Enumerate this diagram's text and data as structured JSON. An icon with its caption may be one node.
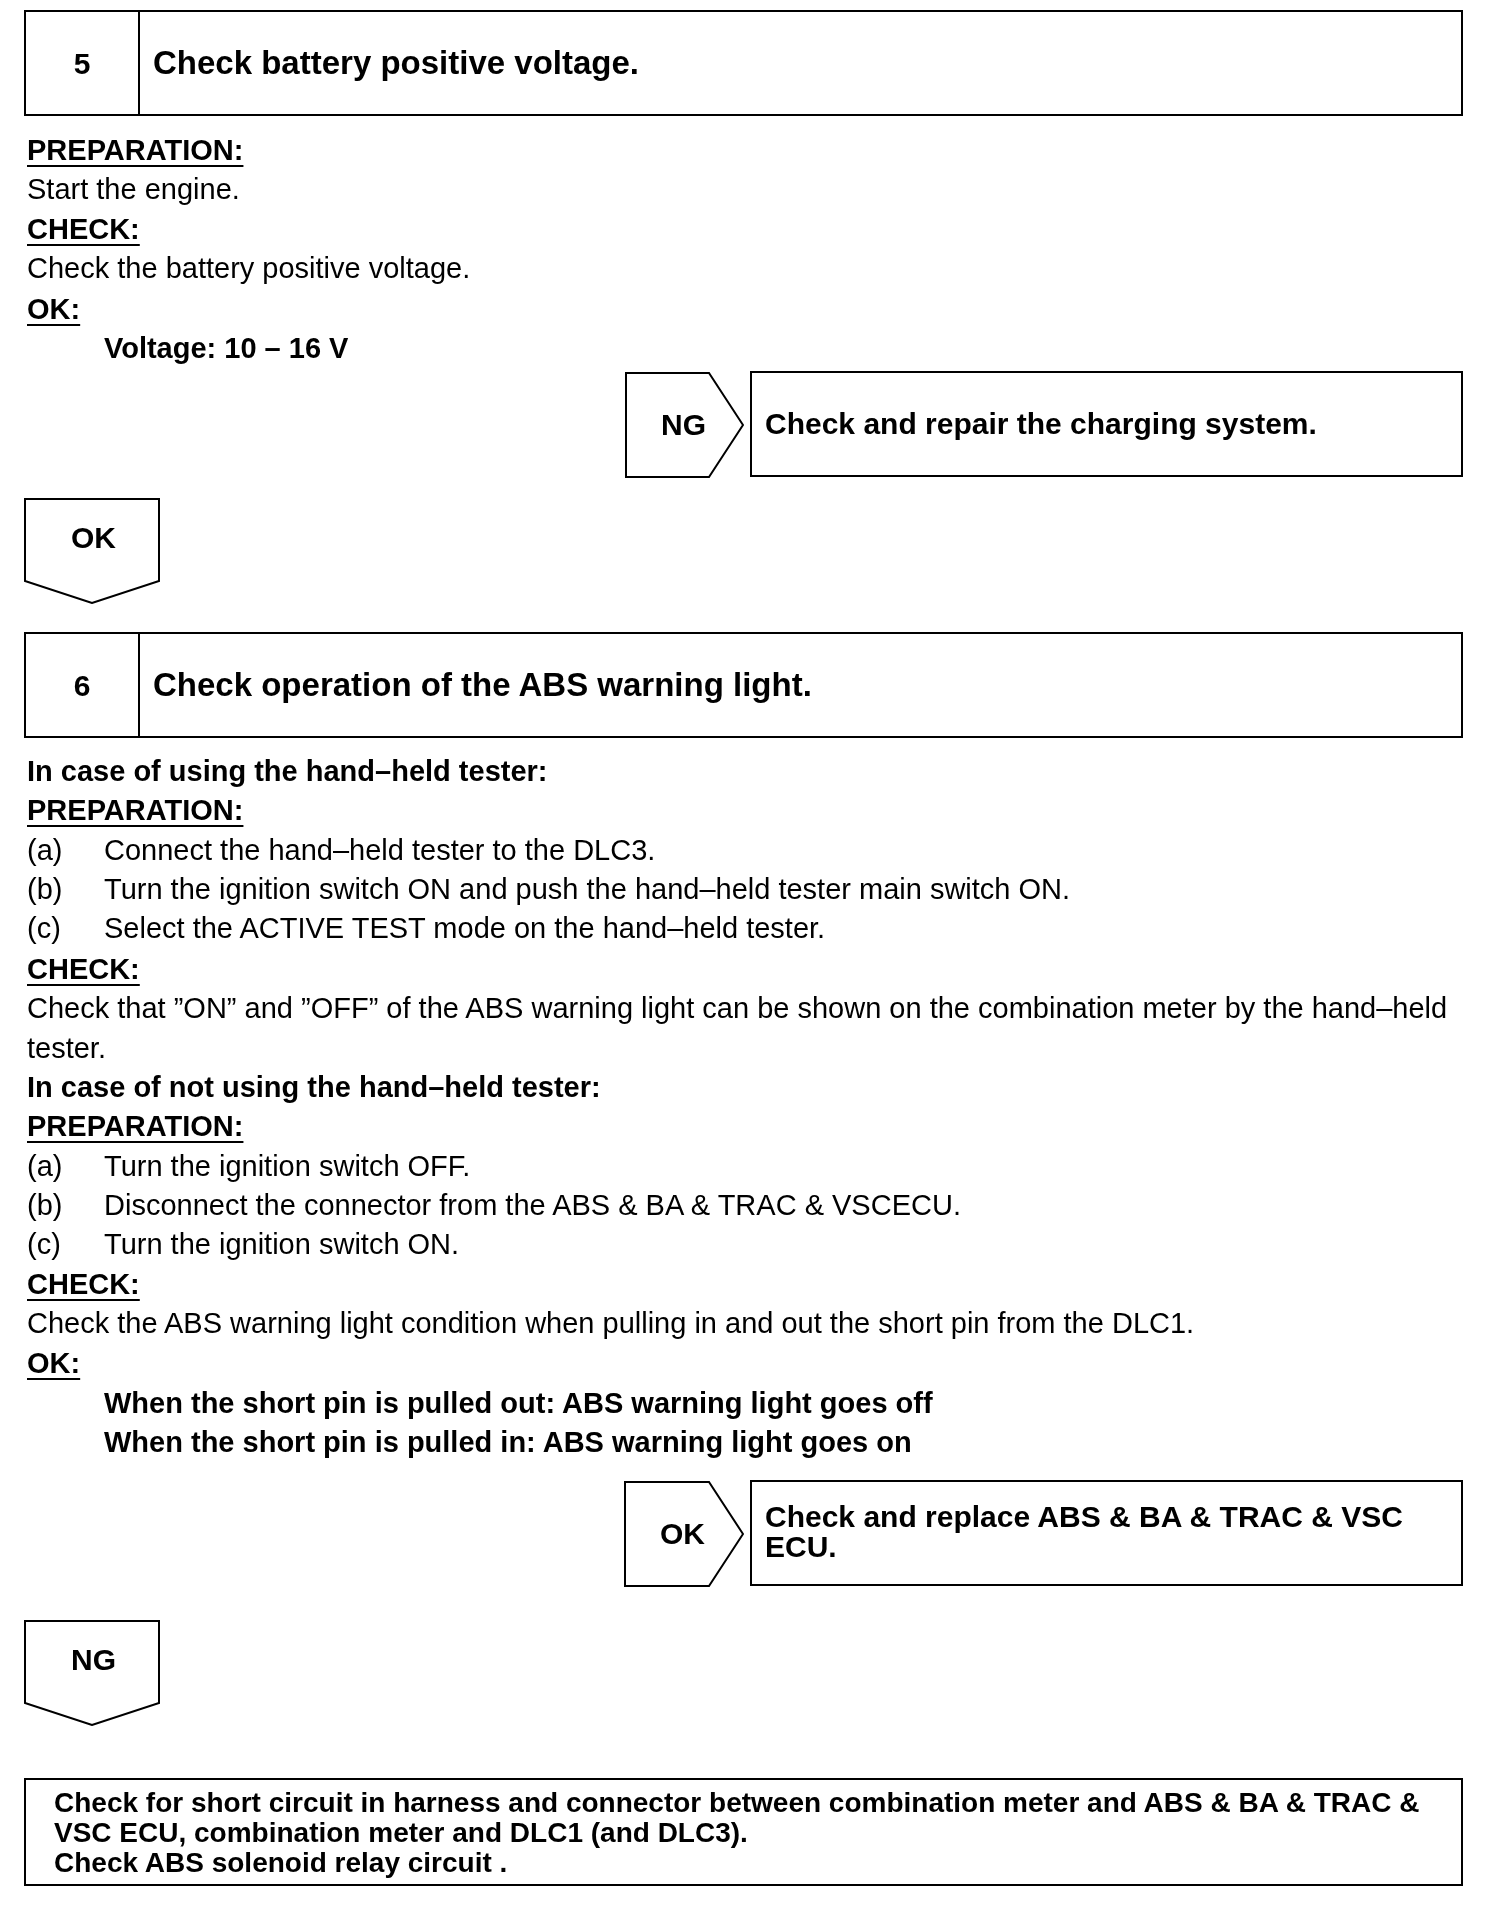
{
  "diagram": {
    "nodes": [
      {
        "text": [
          "5",
          "Check battery positive voltage."
        ]
      },
      {
        "text": [
          "NG"
        ]
      },
      {
        "text": [
          "Check and repair the charging system."
        ]
      },
      {
        "text": [
          "OK"
        ]
      },
      {
        "text": [
          "6",
          "Check operation of the ABS warning light."
        ]
      },
      {
        "text": [
          "OK"
        ]
      },
      {
        "text": [
          "Check and replace ABS & BA & TRAC & VSC ECU."
        ]
      },
      {
        "text": [
          "NG"
        ]
      },
      {
        "text": [
          "Check for short circuit in harness and connector between combination meter and ABS & BA & TRAC & VSC ECU, combination meter and DLC1 (and DLC3).",
          "Check ABS solenoid relay circuit ."
        ]
      }
    ],
    "labels": [
      "PREPARATION:",
      "Start the engine.",
      "CHECK:",
      "Check the battery positive voltage.",
      "OK:",
      "Voltage: 10 – 16 V",
      "In case of using the hand–held tester:",
      "PREPARATION:",
      "(a)",
      "Connect the hand–held tester to the DLC3.",
      "(b)",
      "Turn the ignition switch ON and push the hand–held tester main switch ON.",
      "(c)",
      "Select the ACTIVE TEST mode on the hand–held tester.",
      "CHECK:",
      "Check that ”ON” and ”OFF” of the ABS warning light can be shown on the combination meter by the hand–held tester.",
      "In case of not using the hand–held tester:",
      "PREPARATION:",
      "(a)",
      "Turn the ignition switch OFF.",
      "(b)",
      "Disconnect the connector from the ABS & BA & TRAC & VSCECU.",
      "(c)",
      "Turn the ignition switch ON.",
      "CHECK:",
      "Check the ABS warning light condition when pulling in and out the short pin from the DLC1.",
      "OK:",
      "When the short pin is pulled out: ABS warning light goes off",
      "When the short pin is pulled in: ABS warning light goes on"
    ]
  }
}
